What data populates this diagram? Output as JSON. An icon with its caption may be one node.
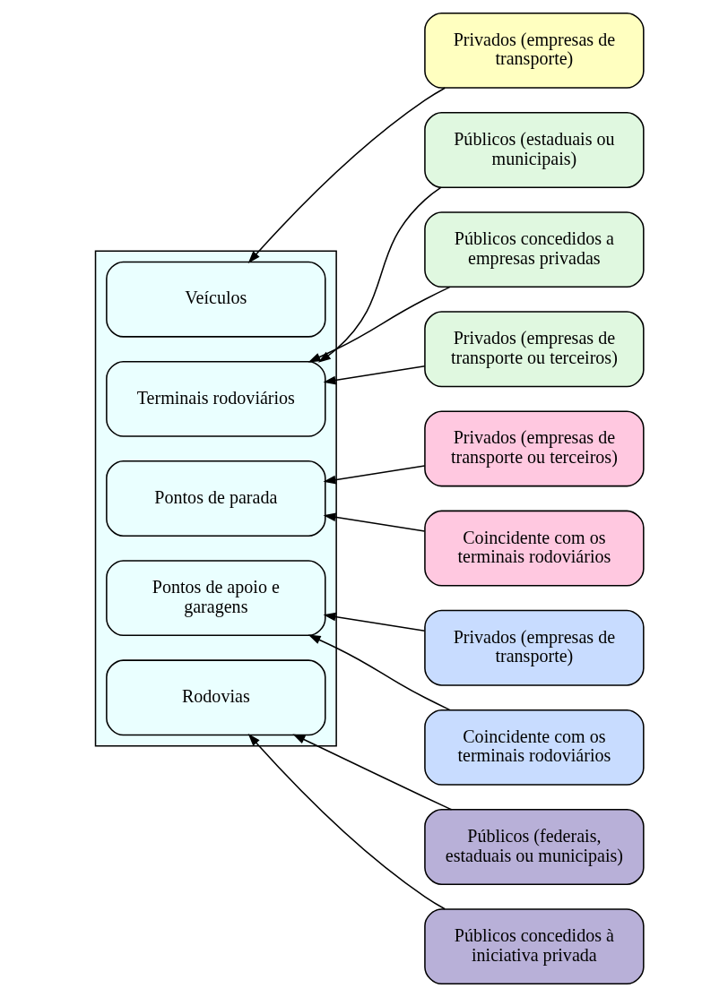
{
  "diagram": {
    "nodes": [
      {
        "text": [],
        "shape": "box"
      },
      {
        "text": [
          "Veículos"
        ],
        "in": 0
      },
      {
        "text": [
          "Terminais rodoviários"
        ],
        "in": 0
      },
      {
        "text": [
          "Pontos de parada"
        ],
        "in": 0
      },
      {
        "text": [
          "Pontos de apoio e garagens"
        ],
        "in": 0
      },
      {
        "text": [
          "Rodovias"
        ],
        "in": 0
      },
      {
        "text": [
          "Privados (empresas de transporte)"
        ]
      },
      {
        "text": [
          "Públicos (estaduais ou municipais)"
        ]
      },
      {
        "text": [
          "Públicos concedidos a empresas privadas"
        ]
      },
      {
        "text": [
          "Privados (empresas de transporte ou terceiros)"
        ]
      },
      {
        "text": [
          "Privados (empresas de transporte ou terceiros)"
        ]
      },
      {
        "text": [
          "Coincidente com os terminais rodoviários"
        ]
      },
      {
        "text": [
          "Privados (empresas de transporte)"
        ]
      },
      {
        "text": [
          "Coincidente com os terminais rodoviários"
        ]
      },
      {
        "text": [
          "Públicos (federais, estaduais ou municipais)"
        ]
      },
      {
        "text": [
          "Públicos concedidos à iniciativa privada"
        ]
      }
    ],
    "edges": [
      {
        "from": 6,
        "to": 1,
        "arrow": "to"
      },
      {
        "from": 7,
        "to": 2,
        "arrow": "to"
      },
      {
        "from": 8,
        "to": 2,
        "arrow": "to"
      },
      {
        "from": 9,
        "to": 2,
        "arrow": "to"
      },
      {
        "from": 10,
        "to": 3,
        "arrow": "to"
      },
      {
        "from": 11,
        "to": 3,
        "arrow": "to"
      },
      {
        "from": 12,
        "to": 4,
        "arrow": "to"
      },
      {
        "from": 13,
        "to": 4,
        "arrow": "to"
      },
      {
        "from": 14,
        "to": 5,
        "arrow": "to"
      },
      {
        "from": 15,
        "to": 5,
        "arrow": "to"
      }
    ]
  }
}
